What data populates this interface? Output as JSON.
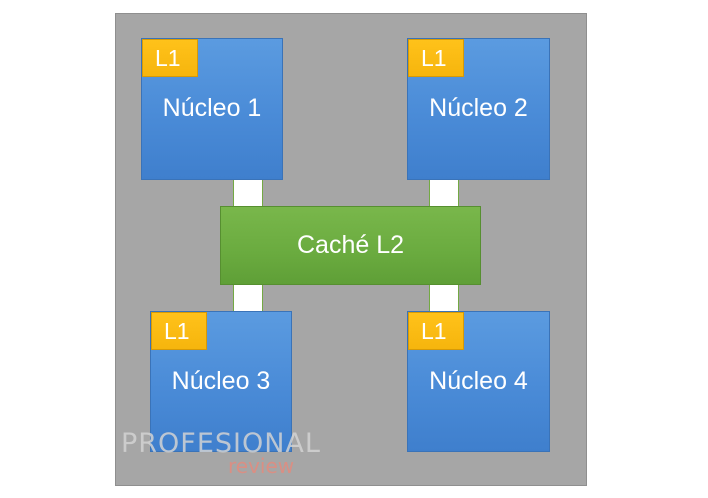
{
  "diagram": {
    "cores": [
      {
        "name": "Núcleo 1",
        "cache": "L1"
      },
      {
        "name": "Núcleo 2",
        "cache": "L1"
      },
      {
        "name": "Núcleo 3",
        "cache": "L1"
      },
      {
        "name": "Núcleo 4",
        "cache": "L1"
      }
    ],
    "shared_cache": "Caché L2"
  },
  "watermark": {
    "brand": "PROFESIONAL",
    "sub": "review"
  },
  "colors": {
    "die": "#a6a6a6",
    "core": "#4a8bd7",
    "l1": "#ffc000",
    "l2": "#6aab3f",
    "text": "#ffffff"
  }
}
